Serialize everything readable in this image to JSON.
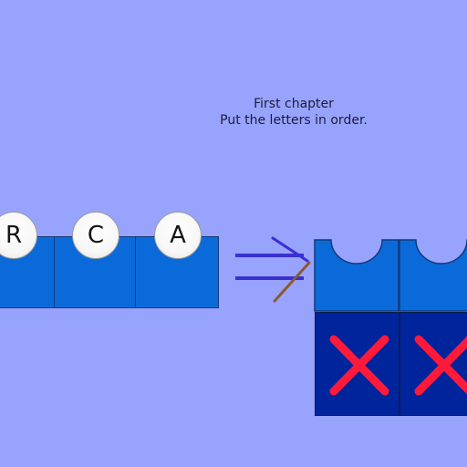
{
  "scene": {
    "background": "#98a3fe",
    "title": "First chapter",
    "prompt": "Put the letters in order."
  },
  "tray": {
    "slot_color": "#0b6ad9",
    "tiles": [
      {
        "letter": "R"
      },
      {
        "letter": "C"
      },
      {
        "letter": "A"
      }
    ]
  },
  "arrow": {
    "line_color": "#3a2fd2",
    "tip_color": "#8a5a2b",
    "icon": "arrow-right-icon"
  },
  "answer": {
    "slot_color": "#0b6ad9",
    "status_box_color": "#00249c",
    "status_icon": "cross-icon",
    "status_icon_color": "#ff1a3a",
    "slots": [
      {
        "state": "incorrect"
      },
      {
        "state": "incorrect"
      }
    ]
  }
}
